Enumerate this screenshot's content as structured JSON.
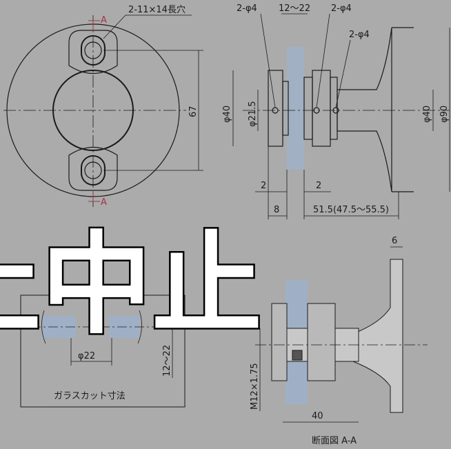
{
  "title_label": "断面図 A-A",
  "cut_label": "ガラスカット寸法",
  "section_markers": {
    "top": "A",
    "bottom": "A"
  },
  "overlay_stamp": "止中止",
  "dimensions": {
    "slot": "2-11×14長穴",
    "height_67": "67",
    "hole_left": "2-φ4",
    "glass": "12〜22",
    "hole_mid": "2-φ4",
    "hole_right": "2-φ4",
    "dia_40_left": "φ40",
    "dia_21_5": "φ21.5",
    "dia_40_right": "φ40",
    "dia_90": "φ90",
    "gap_left": "2",
    "gap_right": "2",
    "width_8": "8",
    "length": "51.5(47.5〜55.5)",
    "width_6": "6",
    "dia_22": "φ22",
    "cut_range": "12〜22",
    "thread": "M12×1.75",
    "depth_40": "40"
  },
  "colors": {
    "background": "#ababab",
    "line": "#1a1a1a",
    "glass": "#9fb0c6",
    "marker": "#a0334a"
  }
}
